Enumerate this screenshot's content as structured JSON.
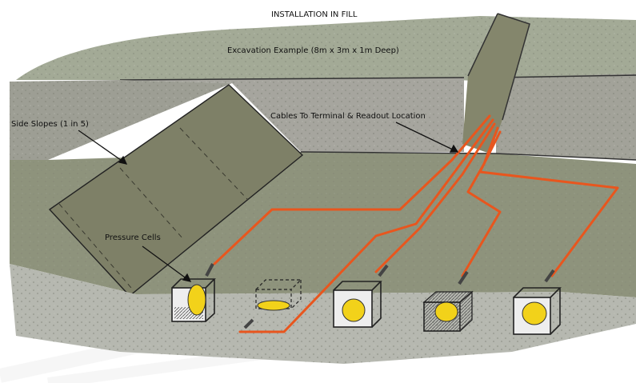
{
  "title": "INSTALLATION IN FILL",
  "labels": {
    "excavation": "Excavation Example (8m x 3m x 1m Deep)",
    "cables": "Cables To Terminal & Readout Location",
    "side_slopes": "Side Slopes (1 in 5)",
    "pressure_cells": "Pressure Cells"
  },
  "colors": {
    "cable": "#e8561e",
    "cell": "#f2d21a",
    "ground_top": "#9fa692",
    "trench_floor": "#8d9278",
    "wall": "#a4a49c",
    "slope": "#7d7f66"
  },
  "cells": [
    {
      "name": "pressure-cell-1"
    },
    {
      "name": "pressure-cell-2"
    },
    {
      "name": "pressure-cell-3"
    },
    {
      "name": "pressure-cell-4"
    },
    {
      "name": "pressure-cell-5"
    }
  ]
}
